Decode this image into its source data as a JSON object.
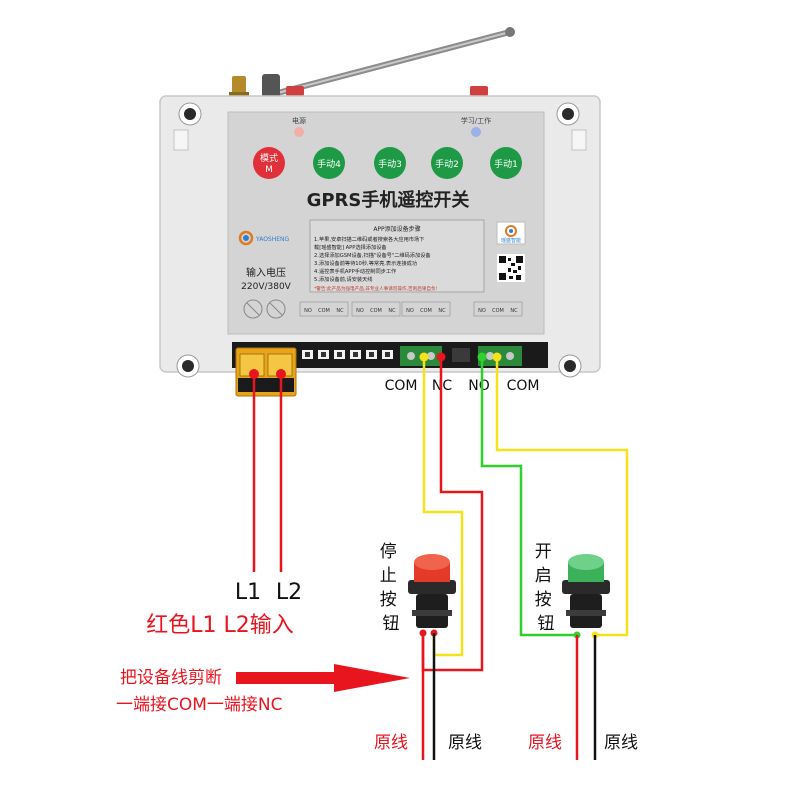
{
  "device": {
    "title": "GPRS手机遥控开关",
    "power_led_label": "电源",
    "learn_led_label": "学习/工作",
    "mode_button": {
      "line1": "模式",
      "line2": "M"
    },
    "manual_buttons": [
      "手动4",
      "手动3",
      "手动2",
      "手动1"
    ],
    "brand_name": "YAOSHENG",
    "input_label": "输入电压",
    "input_voltage": "220V/380V",
    "instructions_title": "APP添加设备步骤",
    "instructions": [
      "1.苹果,安卓扫描二维码或者搜索各大应用市场下",
      "  载[瑶盛智能] APP选择添加设备",
      "2.选择添加GSM设备,扫描\"设备号\"二维码添加设备",
      "3.添加设备前等待10秒,等常亮,表示连接成功",
      "4.遥控表手机APP手动控制同步工作",
      "5.添加设备前,请安装天线"
    ],
    "warning": "*警告:此产品为强电产品,非专业人事请勿操作,否则后果自负!",
    "qr_caption": "瑶盛智能",
    "terminal_groups": [
      [
        "NO",
        "COM",
        "NC"
      ],
      [
        "NO",
        "COM",
        "NC"
      ],
      [
        "NO",
        "COM",
        "NC"
      ],
      [
        "NO",
        "COM",
        "NC"
      ]
    ]
  },
  "labels": {
    "com_left": "COM",
    "nc": "NC",
    "no": "NO",
    "com_right": "COM",
    "l1": "L1",
    "l2": "L2",
    "input_red": "红色L1  L2输入",
    "cut_line1": "把设备线剪断",
    "cut_line2": "一端接COM一端接NC",
    "stop_button": "停止按钮",
    "start_button": "开启按钮",
    "wire_left_red": "原线",
    "wire_left_black": "原线",
    "wire_right_red": "原线",
    "wire_right_black": "原线"
  },
  "colors": {
    "panel": "#d6d6d6",
    "case": "#ececec",
    "mode_red": "#e0303a",
    "manual_green": "#1e9a46",
    "wire_red": "#e8141e",
    "wire_yellow": "#f5e21a",
    "wire_green": "#2fd02c",
    "button_red": "#e33a2a",
    "button_green": "#3bb25a"
  }
}
